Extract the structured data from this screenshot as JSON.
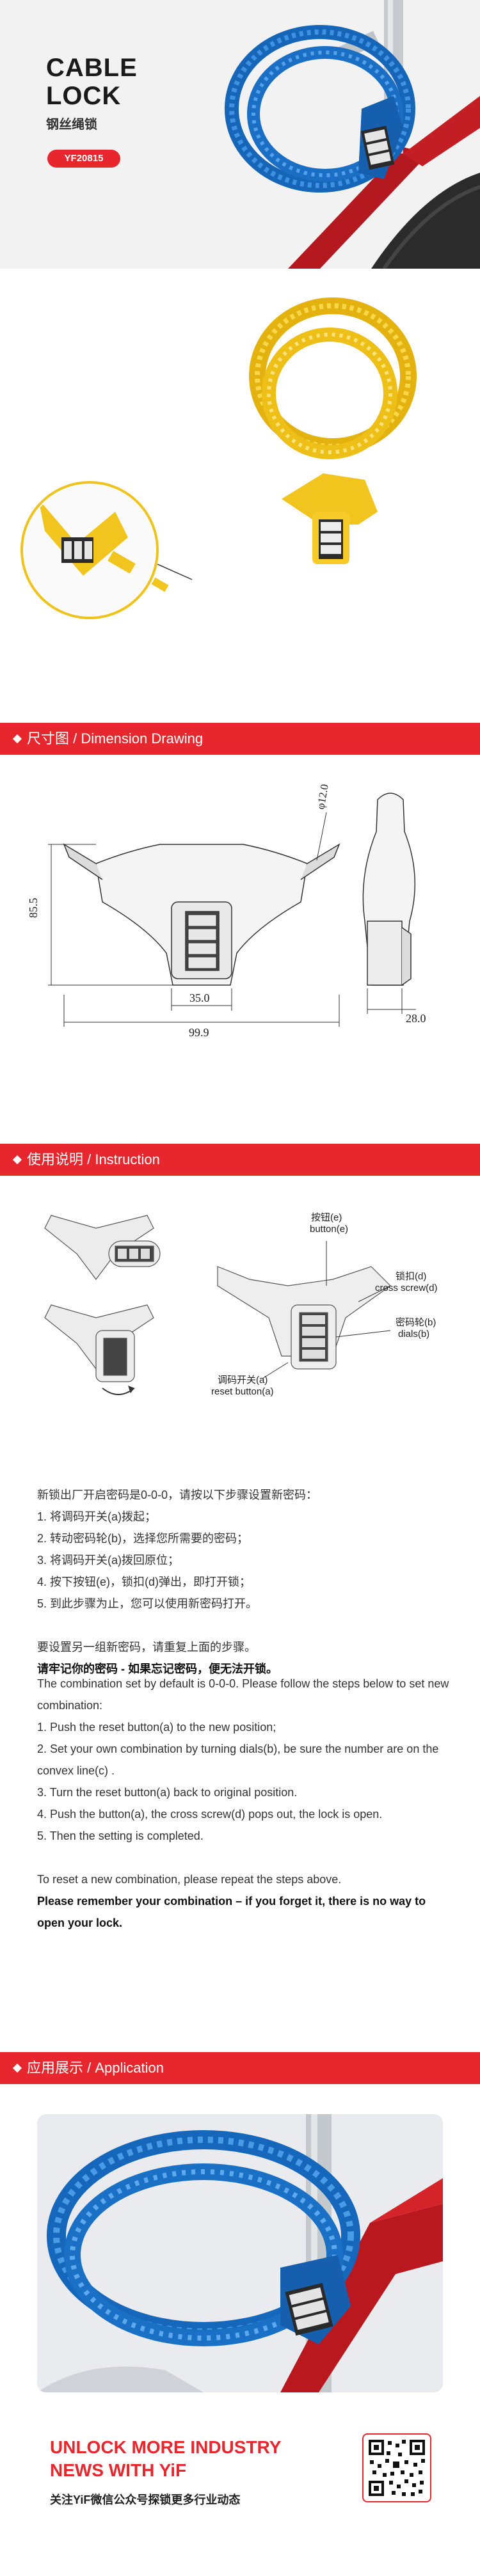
{
  "hero": {
    "title_line1": "CABLE",
    "title_line2": "LOCK",
    "subtitle": "钢丝绳锁",
    "model": "YF20815"
  },
  "sections": {
    "dimension": "尺寸图 / Dimension Drawing",
    "instruction": "使用说明 / Instruction",
    "application": "应用展示 / Application"
  },
  "dimension_labels": {
    "diameter": "φ12.0",
    "height": "85.5",
    "inner_width": "35.0",
    "total_width": "99.9",
    "depth": "28.0"
  },
  "instruction_labels": {
    "button_cn": "按钮(e)",
    "button_en": "button(e)",
    "cross_cn": "锁扣(d)",
    "cross_en": "cross screw(d)",
    "dials_cn": "密码轮(b)",
    "dials_en": "dials(b)",
    "reset_cn": "调码开关(a)",
    "reset_en": "reset button(a)"
  },
  "steps_cn": {
    "intro": "新锁出厂开启密码是0-0-0，请按以下步骤设置新密码：",
    "s1": "1.  将调码开关(a)拨起；",
    "s2": "2.  转动密码轮(b)，选择您所需要的密码；",
    "s3": "3.  将调码开关(a)拨回原位；",
    "s4": "4.  按下按钮(e)，锁扣(d)弹出，即打开锁；",
    "s5": "5.  到此步骤为止，您可以使用新密码打开。",
    "reset": "要设置另一组新密码，请重复上面的步骤。",
    "warning": "请牢记你的密码 - 如果忘记密码，便无法开锁。"
  },
  "steps_en": {
    "intro": "The combination set by default is 0-0-0. Please follow the steps below to set new combination:",
    "s1": "1. Push the reset button(a) to the  new position;",
    "s2": "2. Set your  own combination by turning dials(b), be sure the number are on the convex line(c) .",
    "s3": "3. Turn the reset button(a) back to original position.",
    "s4": "4. Push the button(a), the cross screw(d) pops out, the lock is open.",
    "s5": "5. Then the setting is completed.",
    "reset": "To reset a new combination, please repeat the steps above.",
    "warning": "Please remember your combination – if you forget it, there is no way to open your lock."
  },
  "footer": {
    "title": "UNLOCK MORE INDUSTRY NEWS WITH YiF",
    "subtitle": "关注YiF微信公众号探锁更多行业动态"
  },
  "colors": {
    "accent": "#e8262d",
    "blue_cable": "#1f73c9",
    "yellow_cable": "#f3c61a",
    "lock_body": "#3a3a3a"
  }
}
